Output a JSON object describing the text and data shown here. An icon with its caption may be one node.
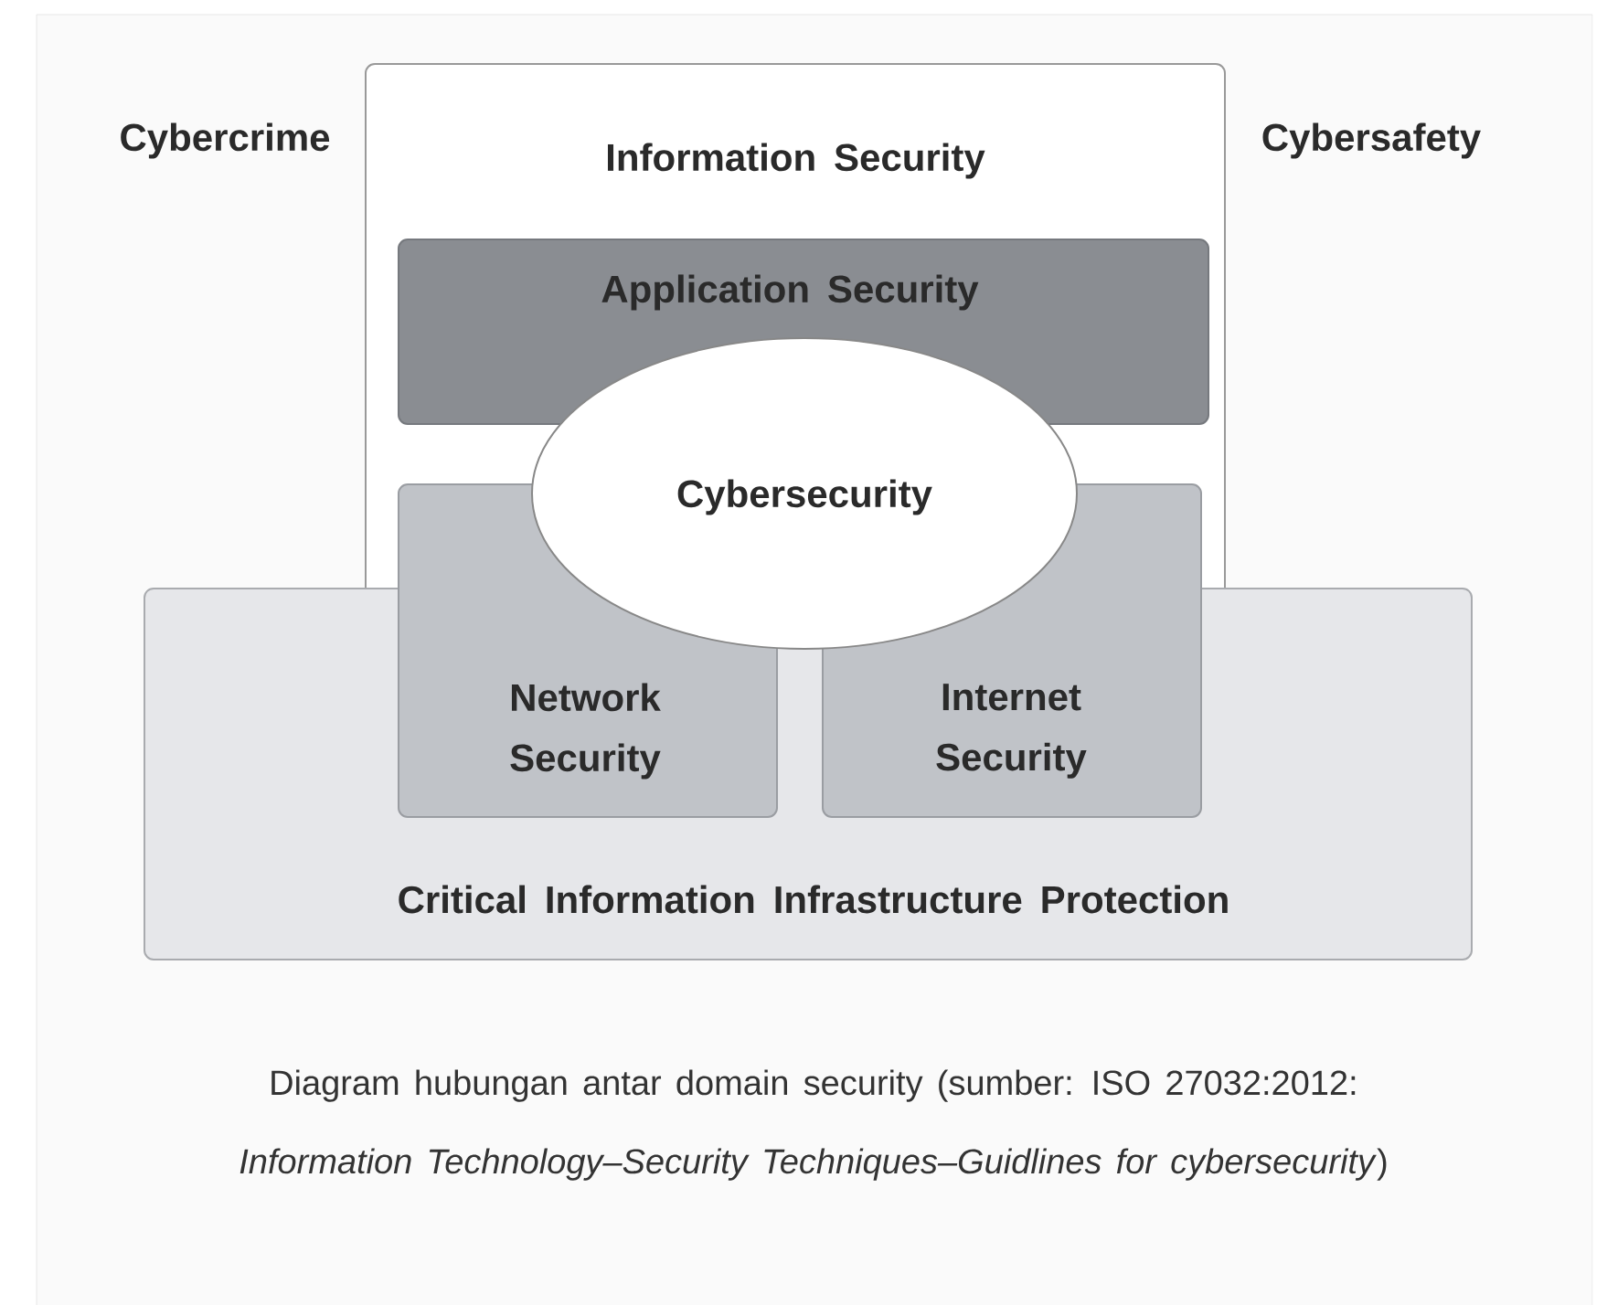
{
  "diagram": {
    "caption": "Diagram hubungan antar domain security (sumber: ISO 27032:2012: *Information Technology–Security Techniques–Guidlines for cybersecurity*)",
    "nodes": [
      {
        "text": [
          "Information Security"
        ]
      },
      {
        "text": [
          "Application Security"
        ],
        "in": 0
      },
      {
        "text": [
          "Cybersecurity"
        ]
      },
      {
        "text": [
          "Network Security"
        ]
      },
      {
        "text": [
          "Internet Security"
        ]
      },
      {
        "text": [
          "Critical Information Infrastructure Protection"
        ]
      }
    ],
    "labels": [
      "Cybercrime",
      "Cybersafety"
    ]
  }
}
